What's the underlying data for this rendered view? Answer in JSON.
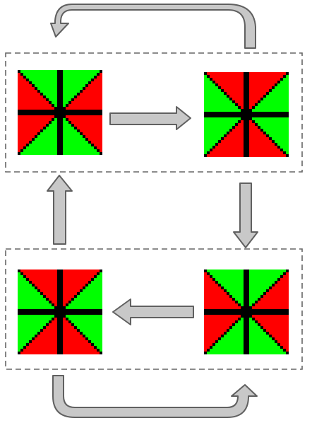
{
  "diagram": {
    "panels": [
      {
        "id": "top-left",
        "pattern": "A"
      },
      {
        "id": "top-right",
        "pattern": "B"
      },
      {
        "id": "bottom-left",
        "pattern": "B"
      },
      {
        "id": "bottom-right",
        "pattern": "A"
      }
    ],
    "arrows": [
      {
        "id": "right-arrow-top",
        "direction": "right"
      },
      {
        "id": "down-arrow-right",
        "direction": "down"
      },
      {
        "id": "left-arrow-bottom",
        "direction": "left"
      },
      {
        "id": "up-arrow-left",
        "direction": "up"
      },
      {
        "id": "loop-arrow-top",
        "direction": "top-right-to-top-left"
      },
      {
        "id": "loop-arrow-bottom",
        "direction": "bottom-left-to-bottom-right"
      }
    ],
    "groups": [
      {
        "id": "top-group-box",
        "style": "dashed"
      },
      {
        "id": "bottom-group-box",
        "style": "dashed"
      }
    ]
  },
  "colors": {
    "red": "#ff0000",
    "green": "#00ff00",
    "black": "#000000",
    "arrow_fill": "#c8c8c8",
    "arrow_stroke": "#606060",
    "box_stroke": "#666666"
  }
}
